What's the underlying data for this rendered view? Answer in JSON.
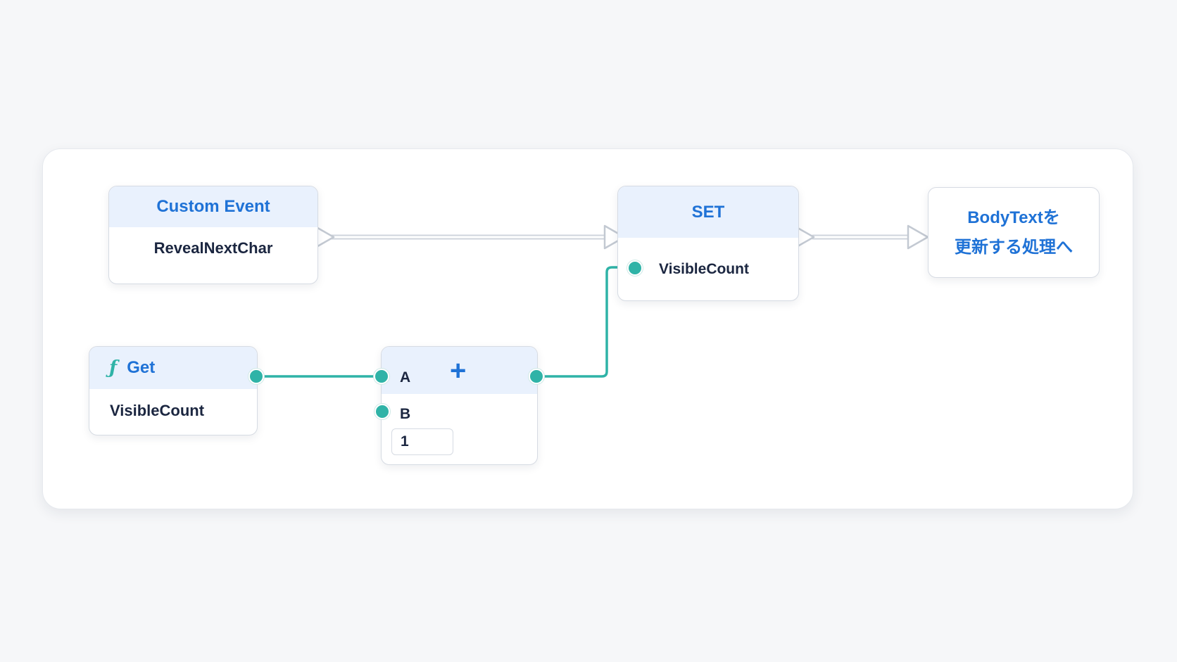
{
  "colors": {
    "accent": "#1f72d6",
    "header_bg": "#e9f1fd",
    "data_wire": "#2fb3a7",
    "exec_wire": "#cfd4dc"
  },
  "nodes": {
    "custom_event": {
      "title": "Custom Event",
      "name": "RevealNextChar"
    },
    "set": {
      "title": "SET",
      "pin_label": "VisibleCount"
    },
    "next": {
      "line1": "BodyTextを",
      "line2": "更新する処理へ"
    },
    "get": {
      "icon": "function-icon",
      "icon_glyph": "ƒ",
      "title": "Get",
      "name": "VisibleCount"
    },
    "add": {
      "operator": "+",
      "pin_a": "A",
      "pin_b": "B",
      "b_value": "1"
    }
  }
}
